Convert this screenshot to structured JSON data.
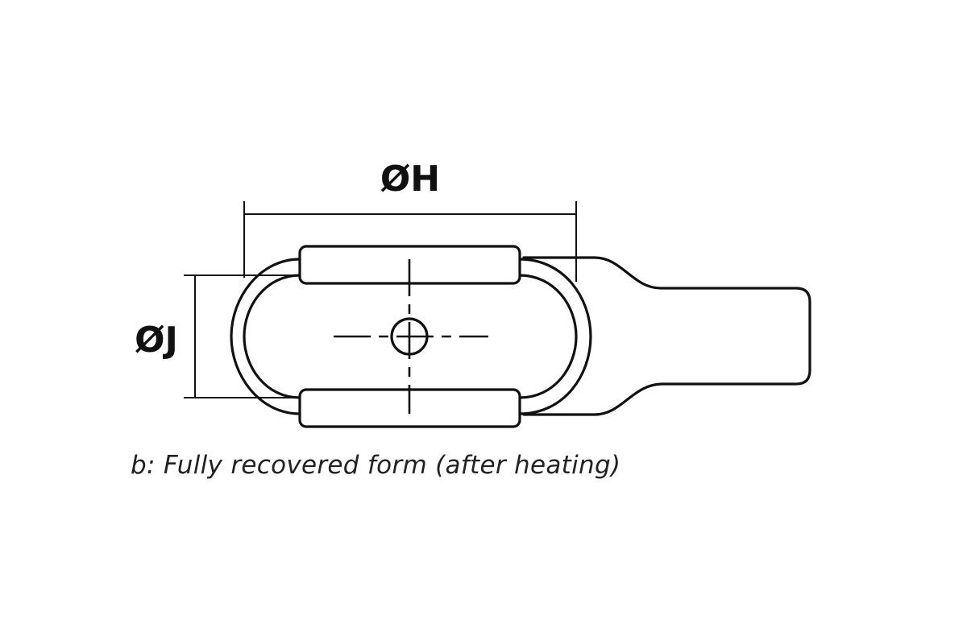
{
  "diagram": {
    "labels": {
      "dimension_h": "ØH",
      "dimension_j": "ØJ"
    },
    "caption": "b: Fully recovered form (after heating)"
  },
  "colors": {
    "line": "#111111",
    "background": "#ffffff"
  }
}
